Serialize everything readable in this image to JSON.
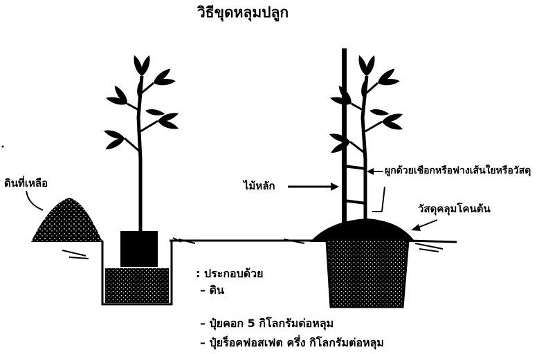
{
  "title": "วิธีขุดหลุมปลูก",
  "labels": {
    "leftover_soil": "ดินที่เหลือ",
    "stake": "ไม้หลัก",
    "tie": "ผูกด้วยเชือกหรือฟางเส้นใยหรือวัสดุ",
    "mulch": "วัสดุคลุมโคนต้น"
  },
  "fill": {
    "heading": ": ประกอบด้วย",
    "items": [
      "– ดิน",
      "– ปุ๋ยคอก 5 กิโลกรัมต่อหลุม",
      "– ปุ๋ยร็อคฟอสเฟต ครึ่ง กิโลกรัมต่อหลุม"
    ]
  },
  "colors": {
    "ink": "#000000",
    "background": "#ffffff"
  }
}
